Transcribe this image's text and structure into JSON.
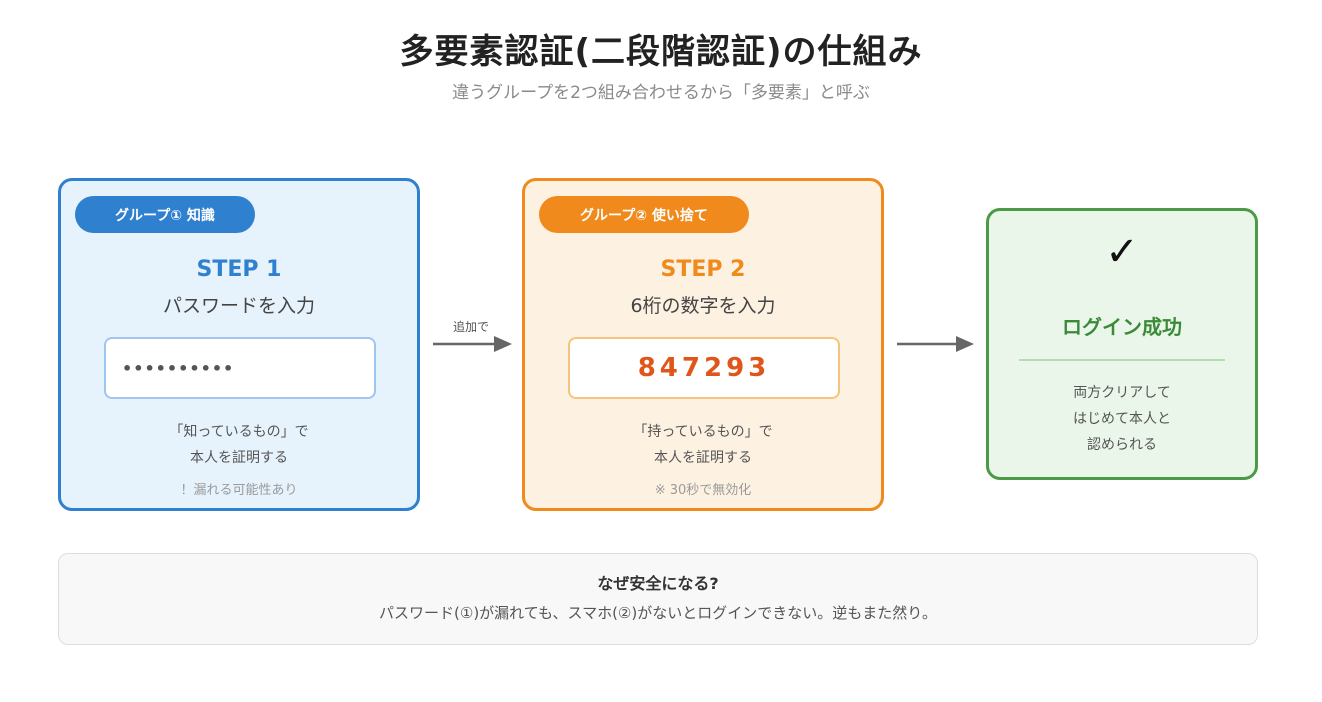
{
  "header": {
    "title": "多要素認証(二段階認証)の仕組み",
    "subtitle": "違うグループを2つ組み合わせるから「多要素」と呼ぶ"
  },
  "step1": {
    "badge": "グループ① 知識",
    "step": "STEP 1",
    "desc": "パスワードを入力",
    "password_mask": "••••••••••",
    "note_line1": "「知っているもの」で",
    "note_line2": "本人を証明する",
    "warning": "！漏れる可能性あり",
    "color": "#2f80cf"
  },
  "connector": {
    "label": "追加で"
  },
  "step2": {
    "badge": "グループ② 使い捨て",
    "step": "STEP 2",
    "desc": "6桁の数字を入力",
    "code": "847293",
    "note_line1": "「持っているもの」で",
    "note_line2": "本人を証明する",
    "warning": "※ 30秒で無効化",
    "color": "#f08a1c"
  },
  "result": {
    "check": "✓",
    "title": "ログイン成功",
    "line1": "両方クリアして",
    "line2": "はじめて本人と",
    "line3": "認められる",
    "color": "#4a9a48"
  },
  "explain": {
    "title": "なぜ安全になる?",
    "text": "パスワード(①)が漏れても、スマホ(②)がないとログインできない。逆もまた然り。"
  }
}
